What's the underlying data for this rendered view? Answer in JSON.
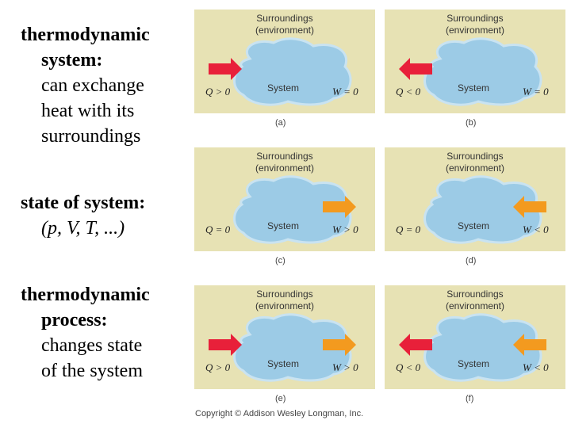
{
  "left_text": [
    {
      "heading": "thermodynamic",
      "heading2": "system:",
      "body": [
        "can exchange",
        "heat with its",
        "surroundings"
      ]
    },
    {
      "heading": "state of system:",
      "body": [
        "(p, V, T, ...)"
      ]
    },
    {
      "heading": "thermodynamic",
      "heading2": "process:",
      "body": [
        "changes state",
        "of the system"
      ]
    }
  ],
  "panels": [
    {
      "caption": "(a)",
      "surroundings": [
        "Surroundings",
        "(environment)"
      ],
      "system": "System",
      "q": "Q > 0",
      "w": "W = 0",
      "heat_arrow": "in",
      "work_arrow": "none"
    },
    {
      "caption": "(b)",
      "surroundings": [
        "Surroundings",
        "(environment)"
      ],
      "system": "System",
      "q": "Q < 0",
      "w": "W = 0",
      "heat_arrow": "out",
      "work_arrow": "none"
    },
    {
      "caption": "(c)",
      "surroundings": [
        "Surroundings",
        "(environment)"
      ],
      "system": "System",
      "q": "Q = 0",
      "w": "W > 0",
      "heat_arrow": "none",
      "work_arrow": "out"
    },
    {
      "caption": "(d)",
      "surroundings": [
        "Surroundings",
        "(environment)"
      ],
      "system": "System",
      "q": "Q = 0",
      "w": "W < 0",
      "heat_arrow": "none",
      "work_arrow": "in"
    },
    {
      "caption": "(e)",
      "surroundings": [
        "Surroundings",
        "(environment)"
      ],
      "system": "System",
      "q": "Q > 0",
      "w": "W > 0",
      "heat_arrow": "in",
      "work_arrow": "out"
    },
    {
      "caption": "(f)",
      "surroundings": [
        "Surroundings",
        "(environment)"
      ],
      "system": "System",
      "q": "Q < 0",
      "w": "W < 0",
      "heat_arrow": "out",
      "work_arrow": "in"
    }
  ],
  "copyright": "Copyright © Addison Wesley Longman, Inc.",
  "colors": {
    "panel_bg": "#e7e2b4",
    "system_blob": "#9ccbe6",
    "heat_arrow": "#e8203a",
    "work_arrow": "#f39a1f"
  }
}
